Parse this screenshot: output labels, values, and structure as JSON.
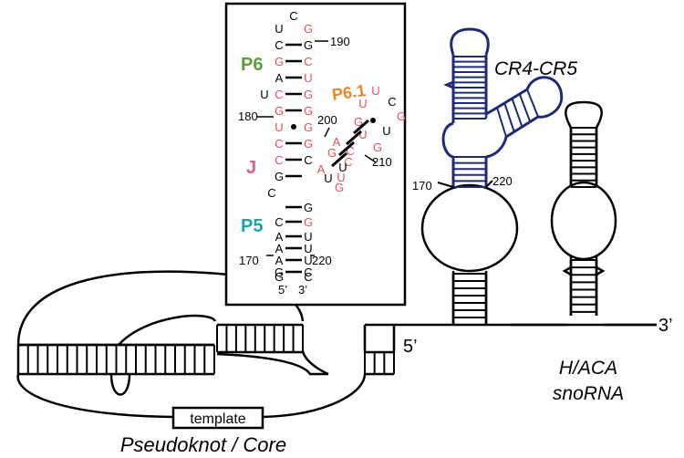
{
  "labels": {
    "cr4cr5": "CR4-CR5",
    "hAca_line1": "H/ACA",
    "hAca_line2": "snoRNA",
    "pseudoknot": "Pseudoknot / Core",
    "template": "template",
    "end5": "5’",
    "end3": "3’",
    "pos170": "170",
    "pos220": "220"
  },
  "inset": {
    "p6": "P6",
    "p61": "P6.1",
    "j": "J",
    "p5": "P5",
    "n190": "190",
    "n180": "180",
    "n200": "200",
    "n210": "210",
    "n170": "170",
    "n220": "220",
    "bottom5": "5’",
    "bottom3": "3’"
  },
  "colors": {
    "stem_black": "#000000",
    "cr4cr5_blue": "#1e2a78",
    "nt_red": "#e0505a",
    "p6_green": "#5a9e3a",
    "p61_orange": "#e8862a",
    "j_pink": "#d9608e",
    "p5_teal": "#1aa6a6"
  },
  "nucleotides": [
    {
      "base": "U",
      "color": "black"
    },
    {
      "base": "C",
      "color": "black"
    },
    {
      "base": "G",
      "color": "red"
    },
    {
      "base": "C",
      "color": "black"
    },
    {
      "base": "G",
      "color": "black"
    },
    {
      "base": "G",
      "color": "red"
    },
    {
      "base": "C",
      "color": "red"
    },
    {
      "base": "A",
      "color": "black"
    },
    {
      "base": "U",
      "color": "red"
    },
    {
      "base": "C",
      "color": "red"
    },
    {
      "base": "G",
      "color": "red"
    },
    {
      "base": "U",
      "color": "black"
    },
    {
      "base": "G",
      "color": "red"
    },
    {
      "base": "G",
      "color": "red"
    },
    {
      "base": "U",
      "color": "red"
    },
    {
      "base": "G",
      "color": "red"
    },
    {
      "base": "C",
      "color": "red"
    },
    {
      "base": "G",
      "color": "red"
    },
    {
      "base": "C",
      "color": "red"
    },
    {
      "base": "C",
      "color": "black"
    },
    {
      "base": "G",
      "color": "black"
    },
    {
      "base": "U",
      "color": "red"
    },
    {
      "base": "U",
      "color": "red"
    },
    {
      "base": "C",
      "color": "black"
    },
    {
      "base": "G",
      "color": "red"
    },
    {
      "base": "U",
      "color": "black"
    },
    {
      "base": "G",
      "color": "red"
    },
    {
      "base": "A",
      "color": "red"
    },
    {
      "base": "C",
      "color": "red"
    },
    {
      "base": "G",
      "color": "red"
    },
    {
      "base": "U",
      "color": "red"
    },
    {
      "base": "C",
      "color": "red"
    },
    {
      "base": "A",
      "color": "red"
    },
    {
      "base": "G",
      "color": "red"
    },
    {
      "base": "U",
      "color": "red"
    },
    {
      "base": "G",
      "color": "red"
    },
    {
      "base": "U",
      "color": "black"
    },
    {
      "base": "U",
      "color": "black"
    },
    {
      "base": "C",
      "color": "black"
    },
    {
      "base": "G",
      "color": "black"
    },
    {
      "base": "C",
      "color": "black"
    },
    {
      "base": "G",
      "color": "red"
    },
    {
      "base": "A",
      "color": "black"
    },
    {
      "base": "U",
      "color": "black"
    },
    {
      "base": "A",
      "color": "black"
    },
    {
      "base": "U",
      "color": "black"
    },
    {
      "base": "A",
      "color": "black"
    },
    {
      "base": "U",
      "color": "black"
    },
    {
      "base": "G",
      "color": "black"
    },
    {
      "base": "C",
      "color": "black"
    },
    {
      "base": "G",
      "color": "black"
    },
    {
      "base": "C",
      "color": "black"
    }
  ]
}
